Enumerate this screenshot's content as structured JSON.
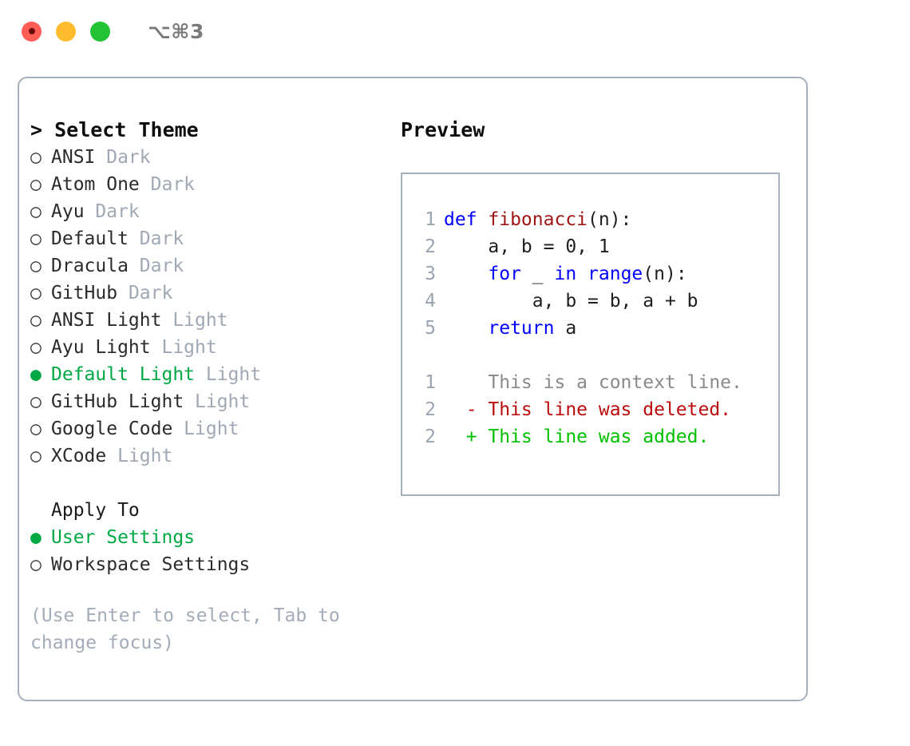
{
  "window": {
    "title": "⌥⌘3",
    "traffic_lights": [
      {
        "name": "close",
        "color": "#ff5d55"
      },
      {
        "name": "minimize",
        "color": "#ffbd2e"
      },
      {
        "name": "maximize",
        "color": "#22c436"
      }
    ]
  },
  "theme_panel": {
    "header": "> Select Theme",
    "bullet_unselected": "○",
    "bullet_selected": "●",
    "items": [
      {
        "name": "ANSI",
        "kind": "Dark",
        "selected": false
      },
      {
        "name": "Atom One",
        "kind": "Dark",
        "selected": false
      },
      {
        "name": "Ayu",
        "kind": "Dark",
        "selected": false
      },
      {
        "name": "Default",
        "kind": "Dark",
        "selected": false
      },
      {
        "name": "Dracula",
        "kind": "Dark",
        "selected": false
      },
      {
        "name": "GitHub",
        "kind": "Dark",
        "selected": false
      },
      {
        "name": "ANSI Light",
        "kind": "Light",
        "selected": false
      },
      {
        "name": "Ayu Light",
        "kind": "Light",
        "selected": false
      },
      {
        "name": "Default Light",
        "kind": "Light",
        "selected": true
      },
      {
        "name": "GitHub Light",
        "kind": "Light",
        "selected": false
      },
      {
        "name": "Google Code",
        "kind": "Light",
        "selected": false
      },
      {
        "name": "XCode",
        "kind": "Light",
        "selected": false
      }
    ]
  },
  "apply_to": {
    "header": "Apply To",
    "options": [
      {
        "label": "User Settings",
        "selected": true
      },
      {
        "label": "Workspace Settings",
        "selected": false
      }
    ]
  },
  "hint": "(Use Enter to select, Tab to change focus)",
  "preview": {
    "title": "Preview",
    "code_lines": [
      {
        "no": "1",
        "tokens": [
          {
            "t": "def ",
            "c": "kw"
          },
          {
            "t": "fibonacci",
            "c": "fn"
          },
          {
            "t": "(n):",
            "c": "pl"
          }
        ]
      },
      {
        "no": "2",
        "tokens": [
          {
            "t": "    a, b = 0, 1",
            "c": "pl"
          }
        ]
      },
      {
        "no": "3",
        "tokens": [
          {
            "t": "    ",
            "c": "pl"
          },
          {
            "t": "for",
            "c": "kw"
          },
          {
            "t": " _ ",
            "c": "pl"
          },
          {
            "t": "in",
            "c": "kw"
          },
          {
            "t": " ",
            "c": "pl"
          },
          {
            "t": "range",
            "c": "kw"
          },
          {
            "t": "(n):",
            "c": "pl"
          }
        ]
      },
      {
        "no": "4",
        "tokens": [
          {
            "t": "        a, b = b, a + b",
            "c": "pl"
          }
        ]
      },
      {
        "no": "5",
        "tokens": [
          {
            "t": "    ",
            "c": "pl"
          },
          {
            "t": "return",
            "c": "kw"
          },
          {
            "t": " a",
            "c": "pl"
          }
        ]
      }
    ],
    "diff_lines": [
      {
        "no": "1",
        "marker": " ",
        "text": " This is a context line.",
        "kind": "ctx"
      },
      {
        "no": "2",
        "marker": "-",
        "text": " This line was deleted.",
        "kind": "del"
      },
      {
        "no": "2",
        "marker": "+",
        "text": " This line was added.",
        "kind": "add"
      }
    ]
  },
  "colors": {
    "accent_green": "#00a844",
    "muted": "#9fa8b4",
    "border": "#a6b0bd",
    "keyword_blue": "#0000ff",
    "function_red": "#a01717",
    "diff_delete": "#bb0d0d",
    "diff_add": "#00c000"
  }
}
